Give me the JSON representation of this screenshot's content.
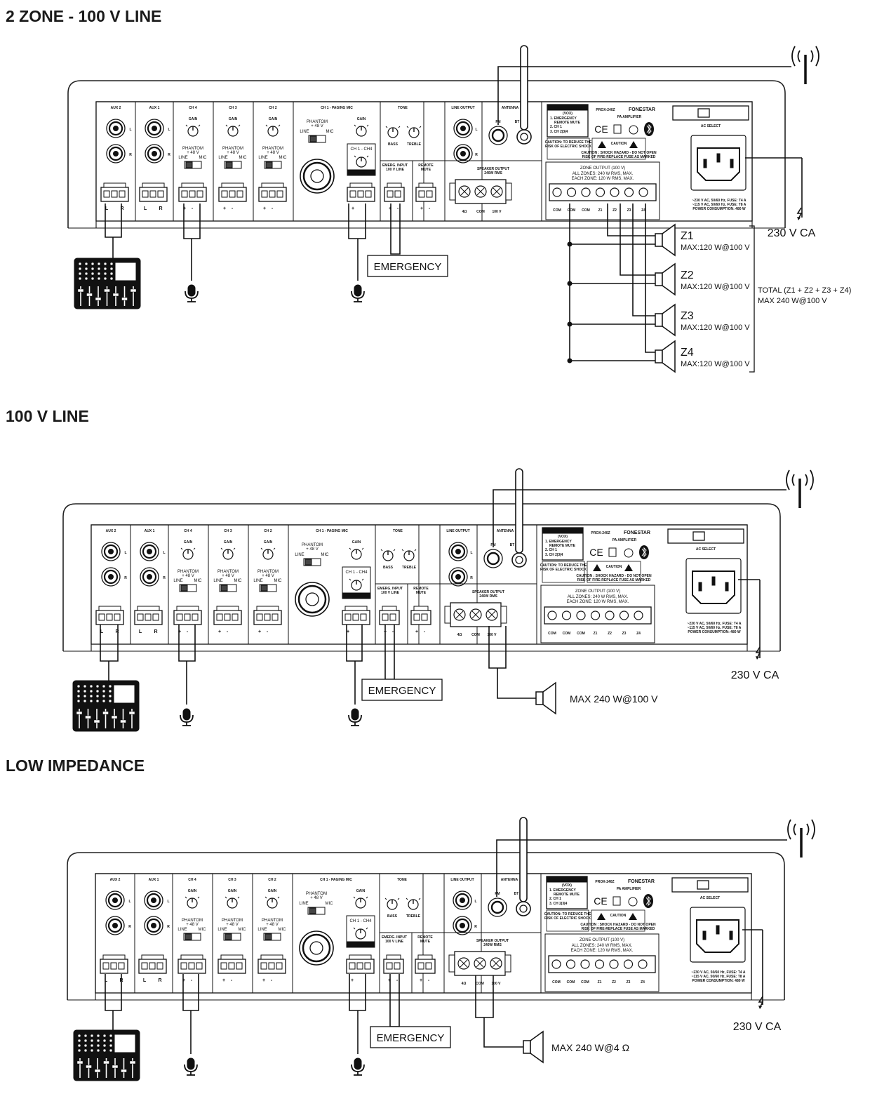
{
  "sections": [
    {
      "title": "2 ZONE - 100 V LINE",
      "emergency_label": "EMERGENCY",
      "mains_label": "230 V CA",
      "zones": [
        {
          "name": "Z1",
          "rating": "MAX:120 W@100 V"
        },
        {
          "name": "Z2",
          "rating": "MAX:120 W@100 V"
        },
        {
          "name": "Z3",
          "rating": "MAX:120 W@100 V"
        },
        {
          "name": "Z4",
          "rating": "MAX:120 W@100 V"
        }
      ],
      "total_label": "TOTAL (Z1 + Z2 + Z3 + Z4)",
      "total_rating": "MAX 240 W@100 V"
    },
    {
      "title": "100 V LINE",
      "emergency_label": "EMERGENCY",
      "mains_label": "230 V CA",
      "speaker_rating": "MAX 240 W@100 V"
    },
    {
      "title": "LOW IMPEDANCE",
      "emergency_label": "EMERGENCY",
      "mains_label": "230 V CA",
      "speaker_rating": "MAX 240 W@4 Ω"
    }
  ],
  "panel": {
    "model": "PROX-240Z",
    "brand": "FONESTAR",
    "subtitle": "PA AMPLIFIER",
    "aux2": "AUX 2",
    "aux1": "AUX 1",
    "ch4": "CH 4",
    "ch3": "CH 3",
    "ch2": "CH 2",
    "ch1": "CH 1 - PAGING MIC",
    "tone": "TONE",
    "line_output": "LINE OUTPUT",
    "antenna": "ANTENNA",
    "gain": "GAIN",
    "phantom": "PHANTOM",
    "phantom_v": "+ 48 V",
    "line": "LINE",
    "mic": "MIC",
    "bass": "BASS",
    "treble": "TREBLE",
    "vox_range": "CH 1 - CH4",
    "vox": "VOX",
    "emerg_input_1": "EMERG. INPUT",
    "emerg_input_2": "100 V LINE",
    "remote_mute_1": "REMOTE",
    "remote_mute_2": "MUTE",
    "speaker_output_1": "SPEAKER OUTPUT",
    "speaker_output_2": "240W RMS",
    "term_4ohm": "4Ω",
    "term_com": "COM",
    "term_100v": "100 V",
    "fm": "FM",
    "bt": "BT",
    "voice_priority": "VOICE PRIORITY",
    "vp_vox": "(VOX)",
    "vp_1": "1. EMERGENCY",
    "vp_1b": "REMOTE MUTE",
    "vp_2": "2. CH 1",
    "vp_3": "3. CH 2|3|4",
    "ce": "CE",
    "caution_small_1": "CAUTION: TO REDUCE THE",
    "caution_small_2": "RISK OF ELECTRIC SHOCK",
    "caution": "CAUTION",
    "caution_warn_1": "CAUTION : SHOCK HAZARD - DO NOT OPEN",
    "caution_warn_2": "RISK OF FIRE-REPLACE FUSE AS MARKED",
    "zone_output": "ZONE OUTPUT (100 V)",
    "all_zones": "ALL ZONES: 240 W RMS, MAX.",
    "each_zone": "EACH ZONE: 120 W RMS, MAX.",
    "zt_com": "COM",
    "zt_z1": "Z1",
    "zt_z2": "Z2",
    "zt_z3": "Z3",
    "zt_z4": "Z4",
    "ac_select": "AC SELECT",
    "power_1": "~230 V AC, 50/60 Hz, FUSE: T4 A",
    "power_2": "~115 V AC, 50/60 Hz, FUSE: T8 A",
    "power_3": "POWER CONSUMPTION: 480 W",
    "pin_l": "L",
    "pin_r": "R",
    "pin_plus": "+",
    "pin_minus": "-"
  }
}
